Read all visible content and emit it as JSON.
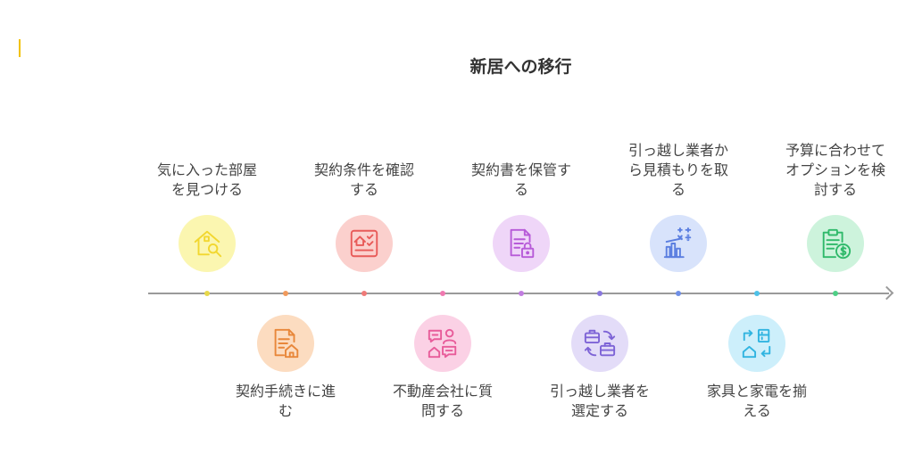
{
  "diagram": {
    "title": "新居への移行",
    "steps": [
      {
        "line1": "気に入った部屋",
        "line2": "を見つける",
        "icon": "house-search-icon",
        "color": "#f2d72f",
        "bg": "#fbf6b0",
        "dot": "#e7d84a",
        "position": "top"
      },
      {
        "line1": "契約手続きに進",
        "line2": "む",
        "icon": "document-house-icon",
        "color": "#e8873a",
        "bg": "#fcdcc0",
        "dot": "#f09a5c",
        "position": "bottom"
      },
      {
        "line1": "契約条件を確認",
        "line2": "する",
        "icon": "house-checklist-icon",
        "color": "#e85a58",
        "bg": "#fbd0cd",
        "dot": "#ef7a78",
        "position": "top"
      },
      {
        "line1": "不動産会社に質",
        "line2": "問する",
        "icon": "chat-people-icon",
        "color": "#e85c9a",
        "bg": "#fbd1e5",
        "dot": "#ef79b0",
        "position": "bottom"
      },
      {
        "line1": "契約書を保管す",
        "line2": "る",
        "icon": "document-lock-icon",
        "color": "#b75ad8",
        "bg": "#efd6f8",
        "dot": "#c17de0",
        "position": "top"
      },
      {
        "line1": "引っ越し業者を",
        "line2": "選定する",
        "icon": "briefcase-swap-icon",
        "color": "#7d63d6",
        "bg": "#e3dcf8",
        "dot": "#8a78de",
        "position": "bottom"
      },
      {
        "line1": "引っ越し業者か",
        "line2": "ら見積もりを取",
        "line3": "る",
        "icon": "chart-calc-icon",
        "color": "#5a7ee0",
        "bg": "#d8e3fb",
        "dot": "#6f8fe6",
        "position": "top"
      },
      {
        "line1": "家具と家電を揃",
        "line2": "える",
        "icon": "house-exchange-icon",
        "color": "#30b4e0",
        "bg": "#cdeffb",
        "dot": "#4ec1e8",
        "position": "bottom"
      },
      {
        "line1": "予算に合わせて",
        "line2": "オプションを検",
        "line3": "討する",
        "icon": "clipboard-dollar-icon",
        "color": "#2fb96a",
        "bg": "#cdf3dc",
        "dot": "#4fcf86",
        "position": "top"
      }
    ]
  }
}
